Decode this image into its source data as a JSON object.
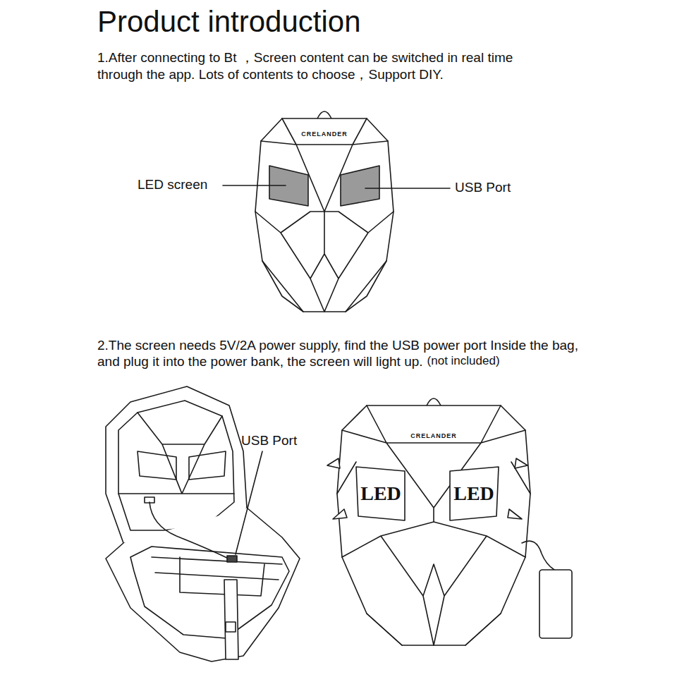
{
  "diagram": {
    "title": "Product introduction",
    "labels": [
      "1.After connecting to Bt ，Screen content can be switched in real time through the app. Lots of contents to choose，Support DIY.",
      "CRELANDER",
      "LED screen",
      "USB Port",
      "2.The screen needs 5V/2A power supply, find the USB power port Inside the bag, and plug it into the power bank, the screen will light up.",
      "(not included)",
      "USB Port",
      "CRELANDER",
      "LED",
      "LED"
    ]
  }
}
